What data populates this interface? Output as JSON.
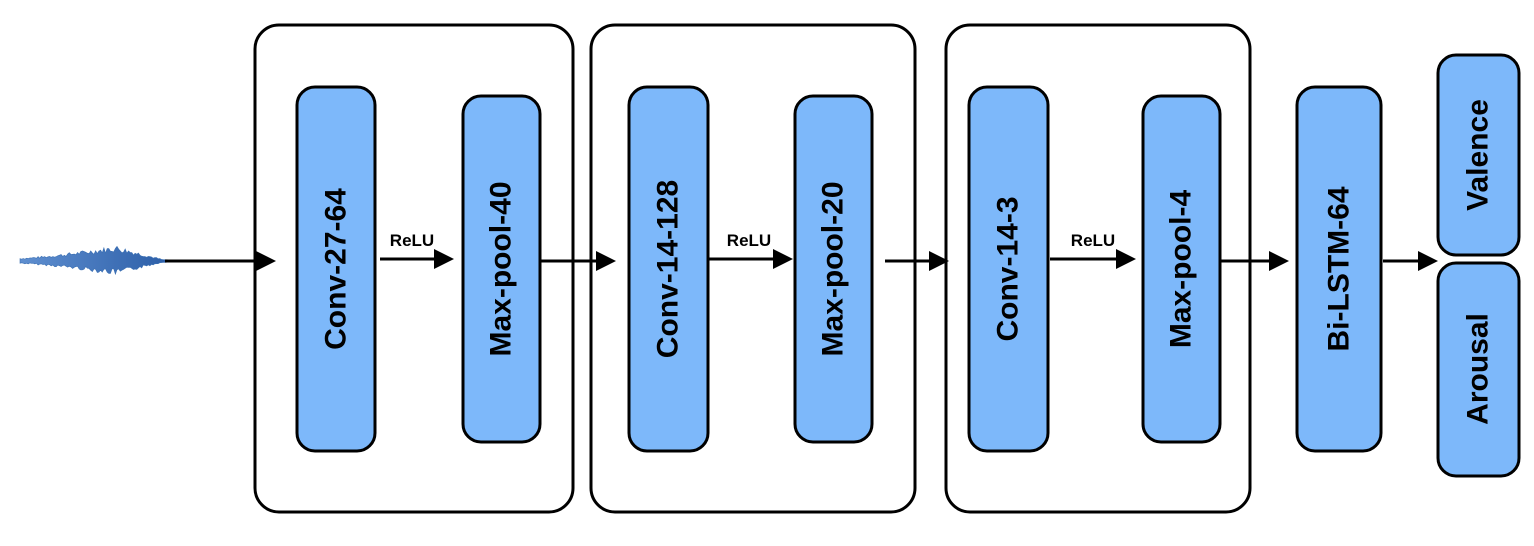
{
  "diagram": {
    "input": {
      "icon": "audio-waveform-icon"
    },
    "blocks": [
      {
        "conv": "Conv-27-64",
        "activation": "ReLU",
        "pool": "Max-pool-40"
      },
      {
        "conv": "Conv-14-128",
        "activation": "ReLU",
        "pool": "Max-pool-20"
      },
      {
        "conv": "Conv-14-3",
        "activation": "ReLU",
        "pool": "Max-pool-4"
      }
    ],
    "recurrent": "Bi-LSTM-64",
    "outputs": [
      "Valence",
      "Arousal"
    ],
    "colors": {
      "layer_fill": "#7db8fa",
      "stroke": "#000000",
      "waveform": "#3a6fb3"
    }
  }
}
